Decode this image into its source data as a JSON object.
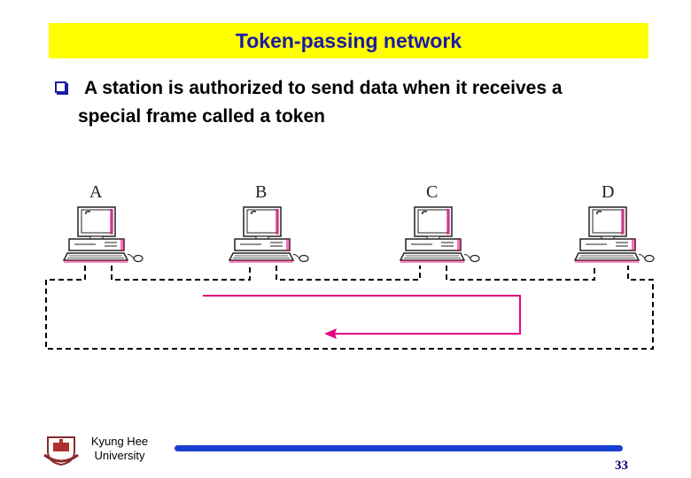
{
  "slide": {
    "title": "Token-passing network",
    "bullet_line_1": "A station is authorized to send data when it receives a",
    "bullet_line_2": "special frame called a token"
  },
  "diagram": {
    "stations": [
      {
        "label": "A"
      },
      {
        "label": "B"
      },
      {
        "label": "C"
      },
      {
        "label": "D"
      }
    ],
    "ring_color": "#000000",
    "token_path_color": "#e6007e"
  },
  "footer": {
    "university_line_1": "Kyung Hee",
    "university_line_2": "University",
    "page_number": "33",
    "bar_color": "#1a3fd0"
  }
}
